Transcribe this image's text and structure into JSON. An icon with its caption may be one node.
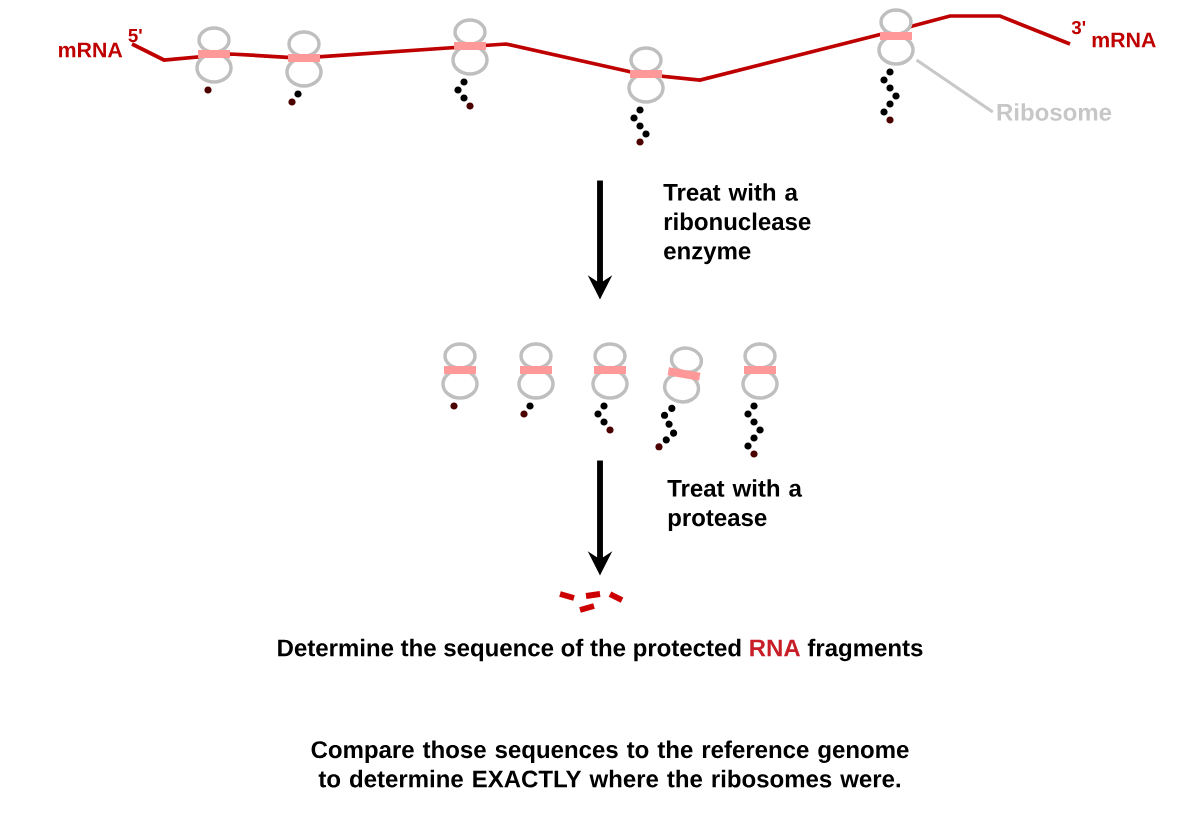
{
  "diagram": {
    "nodes": [
      {
        "text": [],
        "shape": "picture"
      },
      {
        "text": [],
        "shape": "picture"
      },
      {
        "text": [],
        "shape": "picture"
      },
      {
        "text": [
          "Ribosome"
        ]
      },
      {
        "text": [],
        "shape": "picture",
        "in": 0
      }
    ],
    "edges": [
      {
        "from": 0,
        "to": 1,
        "arrow": "to",
        "label": "Treat with a ribonuclease enzyme"
      },
      {
        "from": 1,
        "to": 2,
        "arrow": "to",
        "label": "Treat with a protease"
      },
      {
        "from": 3,
        "to": 4,
        "arrow": "none",
        "color": "#c8c8c8"
      }
    ],
    "labels": [
      "mRNA",
      "5'",
      "3'",
      "mRNA",
      "Determine the sequence of the protected",
      "RNA",
      "fragments",
      "Compare those sequences to the reference genome to determine EXACTLY where the ribosomes were."
    ]
  }
}
